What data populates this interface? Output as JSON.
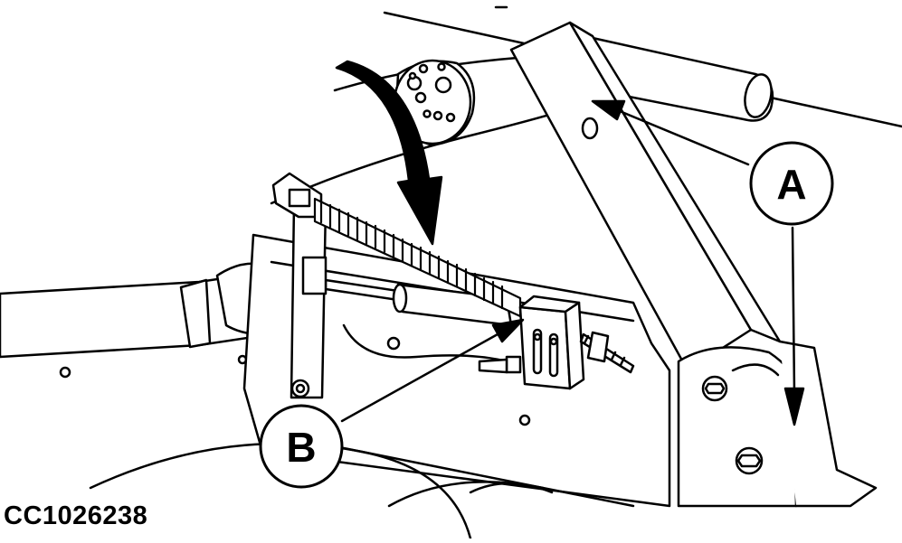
{
  "callouts": {
    "a": {
      "letter": "A"
    },
    "b": {
      "letter": "B"
    }
  },
  "figure_code": "CC1026238",
  "colors": {
    "ink": "#000000",
    "paper": "#ffffff"
  },
  "icons": [
    "rotation-arrow-icon"
  ]
}
